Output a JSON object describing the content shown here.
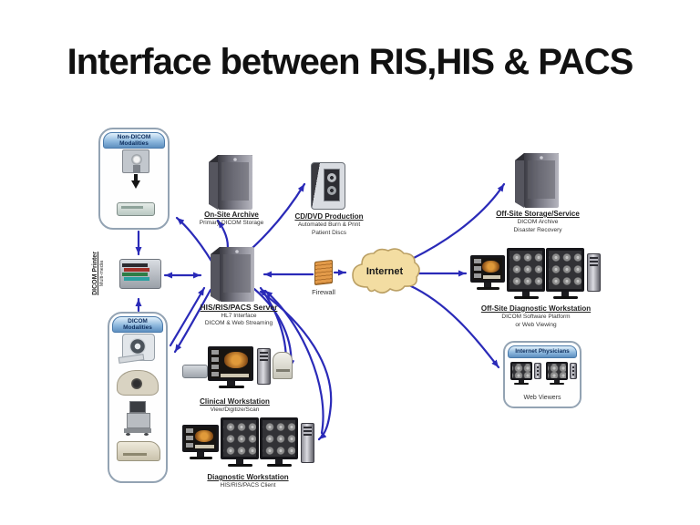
{
  "slide": {
    "title": "Interface between RIS,HIS & PACS"
  },
  "diagram": {
    "nodes": {
      "non_dicom": {
        "header": "Non-DICOM Modalities"
      },
      "onsite_archive": {
        "title": "On-Site Archive",
        "subtitle": "Primary DICOM Storage"
      },
      "cddvd": {
        "title": "CD/DVD Production",
        "line1": "Automated Burn & Print",
        "line2": "Patient Discs"
      },
      "offsite_storage": {
        "title": "Off-Site Storage/Service",
        "line1": "DICOM Archive",
        "line2": "Disaster Recovery"
      },
      "server": {
        "title": "HIS/RIS/PACS Server",
        "line1": "HL7 Interface",
        "line2": "DICOM & Web Streaming"
      },
      "firewall": {
        "label": "Firewall"
      },
      "internet": {
        "label": "Internet"
      },
      "printer": {
        "title": "DICOM Printer",
        "subtitle": "Multi-media"
      },
      "dicom_modalities": {
        "header": "DICOM Modalities"
      },
      "clinical_ws": {
        "title": "Clinical Workstation",
        "subtitle": "View/Digitize/Scan"
      },
      "diagnostic_ws": {
        "title": "Diagnostic Workstation",
        "subtitle": "HIS/RIS/PACS Client"
      },
      "offsite_ws": {
        "title": "Off-Site Diagnostic Workstation",
        "line1": "DICOM Software Platform",
        "line2": "or Web Viewing"
      },
      "internet_physicians": {
        "header": "Internet Physicians",
        "label": "Web Viewers"
      }
    },
    "icons": {
      "server-tower-icon": "3d gray server tower",
      "film-camera-icon": "gray film camera box with lens circle",
      "down-arrow-icon": "black down arrow",
      "flatbed-scanner-icon": "flat film scanner",
      "multimedia-printer-icon": "printer with colored media trays",
      "ct-scanner-icon": "CT gantry with bore ring",
      "mri-scanner-icon": "MRI magnet blob",
      "ultrasound-cart-icon": "ultrasound cart",
      "film-printer-icon": "beige laser imager",
      "optical-disc-publisher-icon": "CD/DVD robot with disc stack",
      "firewall-icon": "orange brick wall",
      "internet-cloud-icon": "tan cloud",
      "color-monitor-icon": "color review monitor",
      "grayscale-monitor-icon": "diagnostic monitor with scan grid",
      "pc-tower-icon": "desktop tower",
      "film-digitizer-icon": "small gray digitizer",
      "desktop-scanner-icon": "small desk scanner",
      "mini-workstation-icon": "small web viewer workstation"
    },
    "colors": {
      "arrow": "#2a2ab8",
      "cloud_fill": "#f3dda2",
      "cloud_stroke": "#bba065",
      "box_header_blue": "#5d8fc0",
      "firewall_orange": "#e39b4a"
    }
  }
}
